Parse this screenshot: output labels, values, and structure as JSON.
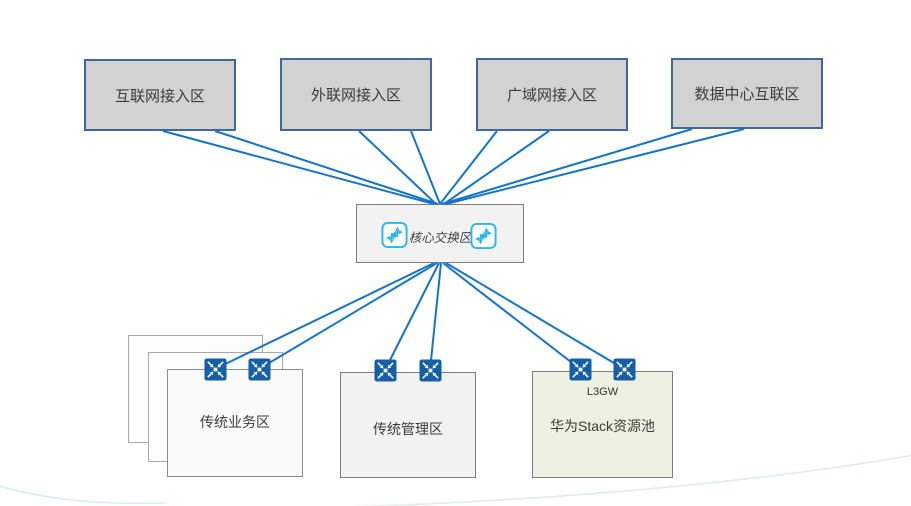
{
  "diagram": {
    "title": "network-topology",
    "top_zones": [
      {
        "label": "互联网接入区"
      },
      {
        "label": "外联网接入区"
      },
      {
        "label": "广域网接入区"
      },
      {
        "label": "数据中心互联区"
      }
    ],
    "core": {
      "label": "核心交换区",
      "icon": "router-icon",
      "icon_count": 2
    },
    "bottom_zones": {
      "business": {
        "label": "传统业务区",
        "stacked_copies": 3,
        "icon": "switch-icon",
        "icon_count": 2
      },
      "management": {
        "label": "传统管理区",
        "icon": "switch-icon",
        "icon_count": 2
      },
      "resource_pool": {
        "label": "华为Stack资源池",
        "gateway_label": "L3GW",
        "icon": "switch-icon",
        "icon_count": 2
      }
    },
    "colors": {
      "connector_blue": "#1474cc",
      "top_zone_fill": "#d2d2d2",
      "top_zone_border": "#41689e",
      "panel_fill": "#f2f2f2",
      "panel_border": "#7f7f7f",
      "resource_pool_fill": "#eef0e1",
      "switch_icon_blue": "#155fa8",
      "router_icon_blue": "#2cb5ea",
      "swoosh_tint": "#ddeee6"
    }
  }
}
